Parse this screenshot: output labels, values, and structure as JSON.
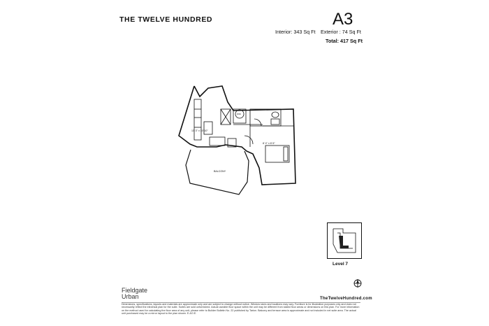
{
  "header": {
    "project_name": "THE TWELVE HUNDRED",
    "unit_name": "A3",
    "interior_area": "Interior: 343 Sq Ft",
    "exterior_area": "Exterior : 74 Sq Ft",
    "total_area": "Total: 417 Sq Ft"
  },
  "floorplan": {
    "room_dimension_1": "13' 3\" x 10' 10\"",
    "room_dimension_2": "8' 4\" x 8' 6\"",
    "balcony_label": "BALCONY",
    "washer_dryer_label": "W/D"
  },
  "keyplan": {
    "level_label": "Level 7"
  },
  "footer": {
    "logo_line1": "Fieldgate",
    "logo_line2": "Urban",
    "website": "TheTwelveHundred.com",
    "disclaimer": "Dimensions, specifications, layouts and materials are approximate only and are subject to change without notice. Window sizes and locations may vary. Furniture is for illustration purposes only and does not necessarily reflect the electrical plan for the suite. Suites are sold unfurnished. Actual useable floor space within the unit may be different from stated floor areas or dimensions on this plan. For more information on the method used for calculating the floor area of any unit, please refer to Builder Bulletin No. 22 published by Tarion. Balcony and terrace area is approximate and not included in net suite area. The actual unit purchased may be a mirror layout to the plan shown. E.&O.E."
  },
  "colors": {
    "ink": "#111111",
    "wall_fill": "#ffffff"
  }
}
